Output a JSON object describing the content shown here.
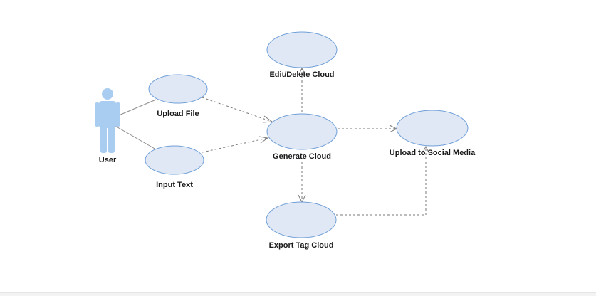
{
  "diagram": {
    "actor": {
      "name": "User"
    },
    "use_cases": {
      "upload_file": "Upload File",
      "input_text": "Input Text",
      "generate_cloud": "Generate Cloud",
      "edit_delete_cloud": "Edit/Delete Cloud",
      "upload_social_media": "Upload to Social Media",
      "export_tag_cloud": "Export Tag Cloud"
    }
  },
  "colors": {
    "use_case_fill": "#dfe8f4",
    "use_case_stroke": "#6f9fd8",
    "actor_fill": "#a9cdf0",
    "line": "#7a7a7a"
  }
}
